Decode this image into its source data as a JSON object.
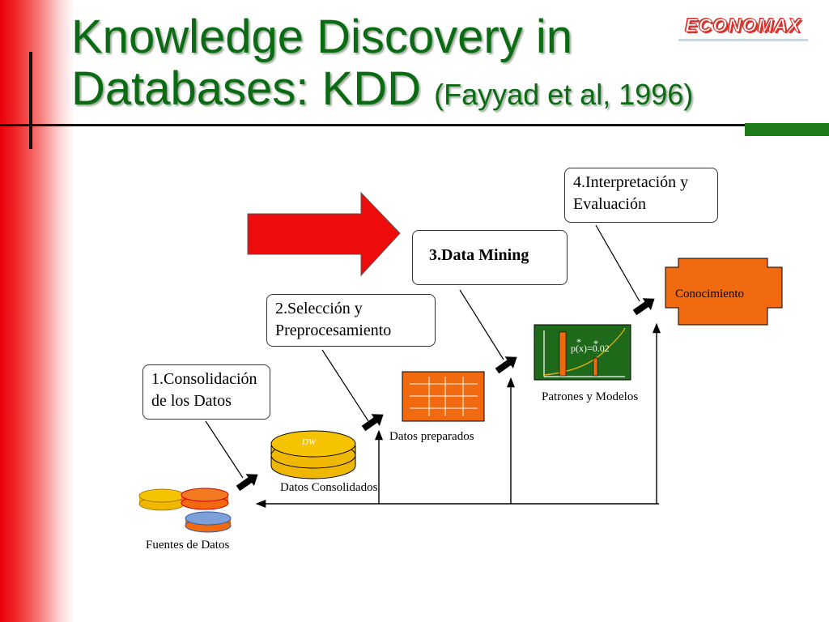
{
  "slide": {
    "title_line1": "Knowledge Discovery in",
    "title_line2": "Databases: KDD",
    "citation": "(Fayyad et al, 1996)",
    "logo": "ECONOMAX"
  },
  "steps": {
    "step1": "1.Consolidación de los Datos",
    "step2": "2.Selección y Preprocesamiento",
    "step3": "3.Data Mining",
    "step4": "4.Interpretación y Evaluación"
  },
  "labels": {
    "fuentes": "Fuentes de Datos",
    "consolidados": "Datos Consolidados",
    "dw": "DW",
    "preparados": "Datos preparados",
    "patrones": "Patrones y Modelos",
    "formula": "p(x)=0.02",
    "conocimiento": "Conocimiento"
  },
  "colors": {
    "title_green": "#0a6b12",
    "arrow_red": "#ee0c0c",
    "orange": "#f26a0f",
    "gold": "#f0b700",
    "blue_disk": "#7ea0d8"
  },
  "icons": {
    "process_arrow": "big-red-arrow-icon",
    "flow_arrow": "black-arrow-icon",
    "database": "cylinder-icon"
  }
}
